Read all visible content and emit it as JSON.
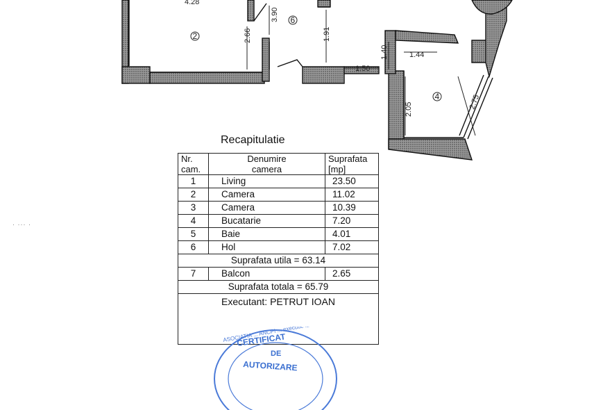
{
  "plan": {
    "dimensions": [
      "4.28",
      "2.66",
      "3.90",
      "1.91",
      "1.40",
      "1.44",
      "1.50",
      "2.05",
      "2.75"
    ],
    "room_labels": [
      "2",
      "6",
      "4"
    ]
  },
  "recap": {
    "title": "Recapitulatie",
    "headers": {
      "nr": "Nr.\ncam.",
      "name": "Denumire\ncamera",
      "area": "Suprafata\n[mp]"
    },
    "rooms": [
      {
        "nr": "1",
        "name": "Living",
        "area": "23.50"
      },
      {
        "nr": "2",
        "name": "Camera",
        "area": "11.02"
      },
      {
        "nr": "3",
        "name": "Camera",
        "area": "10.39"
      },
      {
        "nr": "4",
        "name": "Bucatarie",
        "area": "7.20"
      },
      {
        "nr": "5",
        "name": "Baie",
        "area": "4.01"
      },
      {
        "nr": "6",
        "name": "Hol",
        "area": "7.02"
      }
    ],
    "useful_area": "Suprafata utila = 63.14",
    "balcony": {
      "nr": "7",
      "name": "Balcon",
      "area": "2.65"
    },
    "total_area": "Suprafata totala = 65.79",
    "executant": "Executant: PETRUT IOAN"
  },
  "stamp": {
    "line1": "CERTIFICAT",
    "line2": "DE",
    "line3": "AUTORIZARE",
    "ring": "ASOCIATIA ... ANCPI ... executie lucrari de ... cadastru, geodezie"
  },
  "margin_mark": "· ··· ·"
}
